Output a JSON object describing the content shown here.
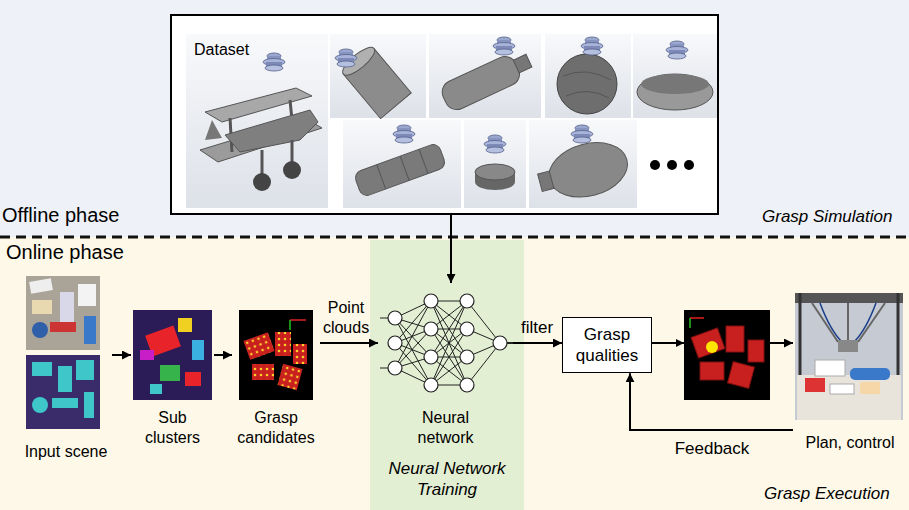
{
  "diagram": {
    "nodes": [
      {
        "text": [
          "Offline phase",
          "Grasp Simulation"
        ]
      },
      {
        "text": [
          "Dataset"
        ],
        "in": 0
      },
      {
        "text": [
          "Online phase",
          "Grasp Execution"
        ]
      },
      {
        "text": [
          "Input scene"
        ],
        "in": 2
      },
      {
        "text": [
          "Sub clusters"
        ],
        "in": 2
      },
      {
        "text": [
          "Grasp candidates"
        ],
        "in": 2
      },
      {
        "text": [
          "Neural Network Training"
        ],
        "in": 2
      },
      {
        "text": [
          "Neural network"
        ],
        "in": 6
      },
      {
        "text": [
          "Grasp qualities"
        ],
        "in": 2
      },
      {
        "text": [
          "Plan, control"
        ],
        "in": 2
      }
    ],
    "edges": [
      {
        "from": 1,
        "to": 7,
        "arrow": "to"
      },
      {
        "from": 3,
        "to": 4,
        "arrow": "to"
      },
      {
        "from": 4,
        "to": 5,
        "arrow": "to"
      },
      {
        "from": 5,
        "to": 7,
        "label": "Point clouds",
        "arrow": "to"
      },
      {
        "from": 7,
        "to": 8,
        "label": "filter",
        "arrow": "to"
      },
      {
        "from": 8,
        "to": 9,
        "arrow": "to"
      },
      {
        "from": 9,
        "to": 8,
        "label": "Feedback",
        "arrow": "to"
      }
    ]
  }
}
